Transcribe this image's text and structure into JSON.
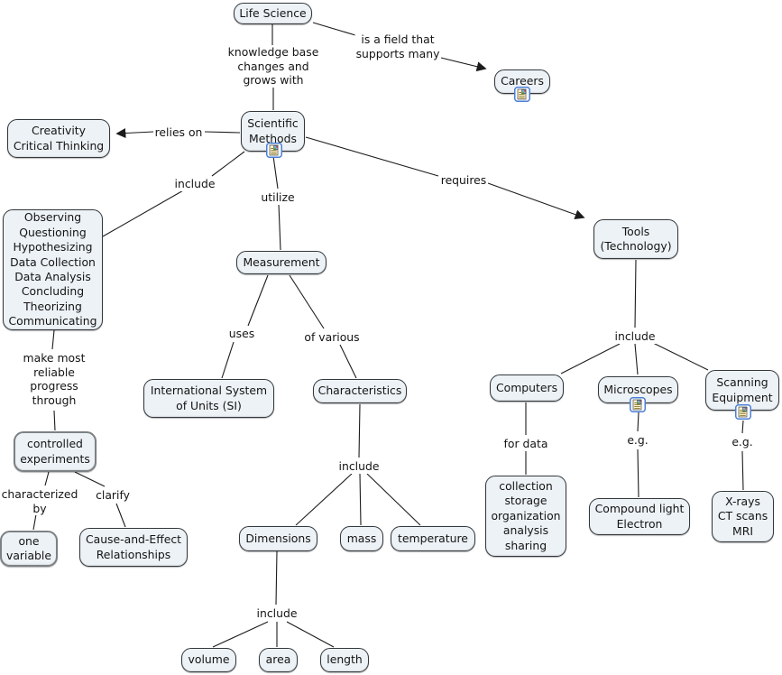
{
  "diagram_type": "concept-map",
  "topic": "Life Science",
  "colors": {
    "background": "#ffffff",
    "node_fill": "#edf2f6",
    "node_border": "#33383c",
    "thick_node_border": "#7c8184",
    "connector_line": "#1c1c1c",
    "resource_icon_border": "#4a7fd4"
  },
  "icons": {
    "resource": "resource-document-icon"
  },
  "concepts": {
    "life_science": "Life Science",
    "careers": "Careers",
    "scientific_methods": "Scientific\nMethods",
    "creativity": "Creativity\nCritical Thinking",
    "process_steps": "Observing\nQuestioning\nHypothesizing\nData Collection\nData Analysis\nConcluding\nTheorizing\nCommunicating",
    "controlled_experiments": "controlled\nexperiments",
    "one_variable": "one\nvariable",
    "cause_effect": "Cause-and-Effect\nRelationships",
    "measurement": "Measurement",
    "si_units": "International System\nof Units (SI)",
    "characteristics": "Characteristics",
    "dimensions": "Dimensions",
    "mass": "mass",
    "temperature": "temperature",
    "volume": "volume",
    "area": "area",
    "length": "length",
    "tools": "Tools\n(Technology)",
    "computers": "Computers",
    "microscopes": "Microscopes",
    "scanning_equipment": "Scanning\nEquipment",
    "data_uses": "collection\nstorage\norganization\nanalysis\nsharing",
    "compound_electron": "Compound light\nElectron",
    "xray_ct_mri": "X-rays\nCT scans\nMRI"
  },
  "linking_phrases": {
    "knowledge_base": "knowledge base\nchanges and\ngrows with",
    "field_supports": "is a field that\nsupports many",
    "relies_on": "relies on",
    "include_process": "include",
    "utilize": "utilize",
    "requires": "requires",
    "make_progress": "make most\nreliable\nprogress\nthrough",
    "characterized_by": "characterized\nby",
    "clarify": "clarify",
    "uses": "uses",
    "of_various": "of various",
    "include_characteristics": "include",
    "include_dimensions": "include",
    "include_tools": "include",
    "for_data": "for data",
    "eg_microscopes": "e.g.",
    "eg_scanning": "e.g."
  },
  "propositions": [
    {
      "from": "Life Science",
      "link": "knowledge base changes and grows with",
      "to": "Scientific Methods",
      "arrow": false
    },
    {
      "from": "Life Science",
      "link": "is a field that supports many",
      "to": "Careers",
      "arrow": true
    },
    {
      "from": "Scientific Methods",
      "link": "relies on",
      "to": "Creativity Critical Thinking",
      "arrow": true
    },
    {
      "from": "Scientific Methods",
      "link": "include",
      "to": "Observing Questioning Hypothesizing Data Collection Data Analysis Concluding Theorizing Communicating",
      "arrow": false
    },
    {
      "from": "Scientific Methods",
      "link": "utilize",
      "to": "Measurement",
      "arrow": false
    },
    {
      "from": "Scientific Methods",
      "link": "requires",
      "to": "Tools (Technology)",
      "arrow": true
    },
    {
      "from": "Observing Questioning Hypothesizing Data Collection Data Analysis Concluding Theorizing Communicating",
      "link": "make most reliable progress through",
      "to": "controlled experiments",
      "arrow": false
    },
    {
      "from": "controlled experiments",
      "link": "characterized by",
      "to": "one variable",
      "arrow": false
    },
    {
      "from": "controlled experiments",
      "link": "clarify",
      "to": "Cause-and-Effect Relationships",
      "arrow": false
    },
    {
      "from": "Measurement",
      "link": "uses",
      "to": "International System of Units (SI)",
      "arrow": false
    },
    {
      "from": "Measurement",
      "link": "of various",
      "to": "Characteristics",
      "arrow": false
    },
    {
      "from": "Characteristics",
      "link": "include",
      "to": "Dimensions",
      "arrow": false
    },
    {
      "from": "Characteristics",
      "link": "include",
      "to": "mass",
      "arrow": false
    },
    {
      "from": "Characteristics",
      "link": "include",
      "to": "temperature",
      "arrow": false
    },
    {
      "from": "Dimensions",
      "link": "include",
      "to": "volume",
      "arrow": false
    },
    {
      "from": "Dimensions",
      "link": "include",
      "to": "area",
      "arrow": false
    },
    {
      "from": "Dimensions",
      "link": "include",
      "to": "length",
      "arrow": false
    },
    {
      "from": "Tools (Technology)",
      "link": "include",
      "to": "Computers",
      "arrow": false
    },
    {
      "from": "Tools (Technology)",
      "link": "include",
      "to": "Microscopes",
      "arrow": false
    },
    {
      "from": "Tools (Technology)",
      "link": "include",
      "to": "Scanning Equipment",
      "arrow": false
    },
    {
      "from": "Computers",
      "link": "for data",
      "to": "collection storage organization analysis sharing",
      "arrow": false
    },
    {
      "from": "Microscopes",
      "link": "e.g.",
      "to": "Compound light Electron",
      "arrow": false
    },
    {
      "from": "Scanning Equipment",
      "link": "e.g.",
      "to": "X-rays CT scans MRI",
      "arrow": false
    }
  ],
  "nodes_with_resource_icon": [
    "Scientific Methods",
    "Careers",
    "Microscopes",
    "Scanning Equipment"
  ]
}
